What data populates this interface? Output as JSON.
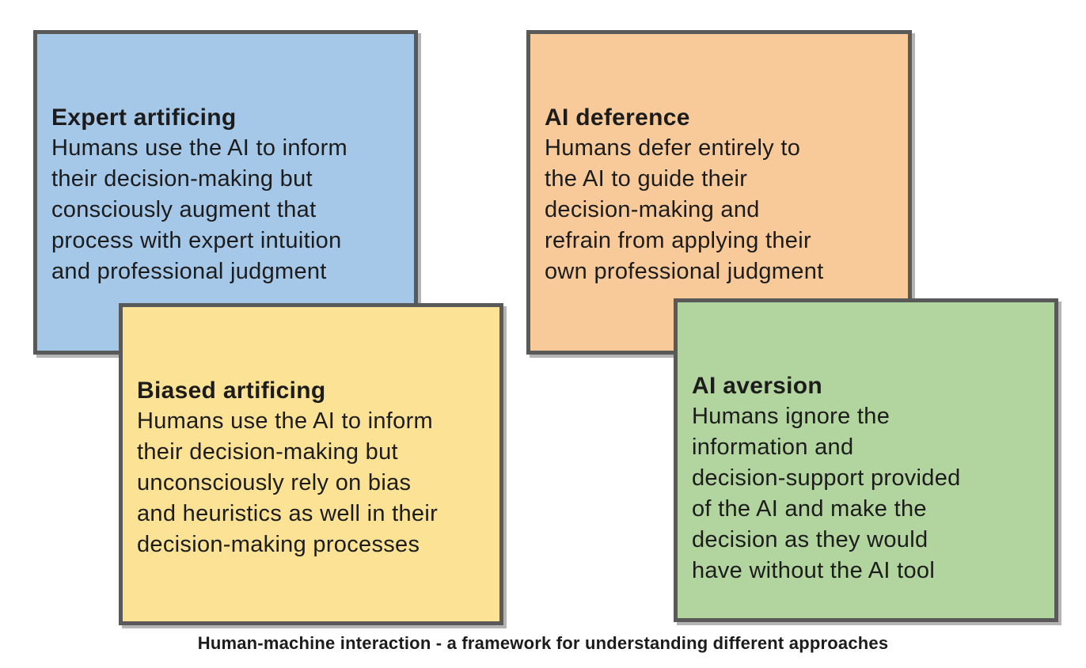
{
  "figure": {
    "caption": "Human-machine interaction - a framework for understanding different approaches",
    "border_color": "#595959",
    "text_color": "#1c1c1c",
    "boxes": [
      {
        "id": "expert-artificing",
        "title": "Expert artificing",
        "body": "Humans use the AI to inform\ntheir decision-making but\nconsciously augment that\nprocess with expert intuition\nand professional judgment",
        "fill": "#A5C7E8"
      },
      {
        "id": "ai-deference",
        "title": "AI deference",
        "body": "Humans defer entirely to\nthe AI to guide their\ndecision-making and\nrefrain from applying their\nown professional judgment",
        "fill": "#F8CA9A"
      },
      {
        "id": "biased-artificing",
        "title": "Biased artificing",
        "body": "Humans use the AI to inform\ntheir decision-making but\nunconsciously rely on bias\nand heuristics as well in their\ndecision-making processes",
        "fill": "#FBE294"
      },
      {
        "id": "ai-aversion",
        "title": "AI aversion",
        "body": "Humans ignore the\ninformation and\ndecision-support provided\nof the AI and make the\ndecision as they would\nhave without the AI tool",
        "fill": "#B2D49E"
      }
    ]
  }
}
